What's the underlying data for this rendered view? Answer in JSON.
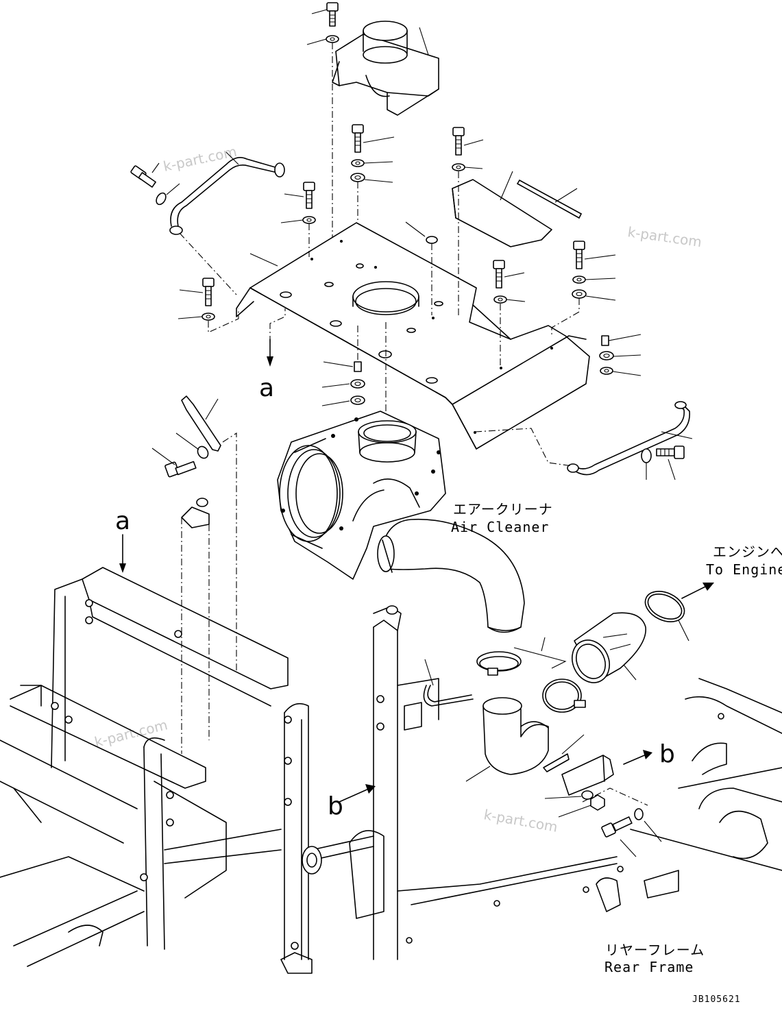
{
  "labels": {
    "air_cleaner_jp": "エアークリーナ",
    "air_cleaner_en": "Air Cleaner",
    "to_engine_jp": "エンジンへ",
    "to_engine_en": "To Engine",
    "rear_frame_jp": "リヤーフレーム",
    "rear_frame_en": "Rear Frame",
    "ref_a": "a",
    "ref_b": "b",
    "drawing_code": "JB105621"
  },
  "watermarks": [
    "k-part.com",
    "k-part.com",
    "k-part.com",
    "k-part.com"
  ],
  "icons": {
    "bolt": "bolt-icon",
    "washer": "washer-icon",
    "clamp": "hose-clamp-icon",
    "arrow": "arrow-icon"
  }
}
